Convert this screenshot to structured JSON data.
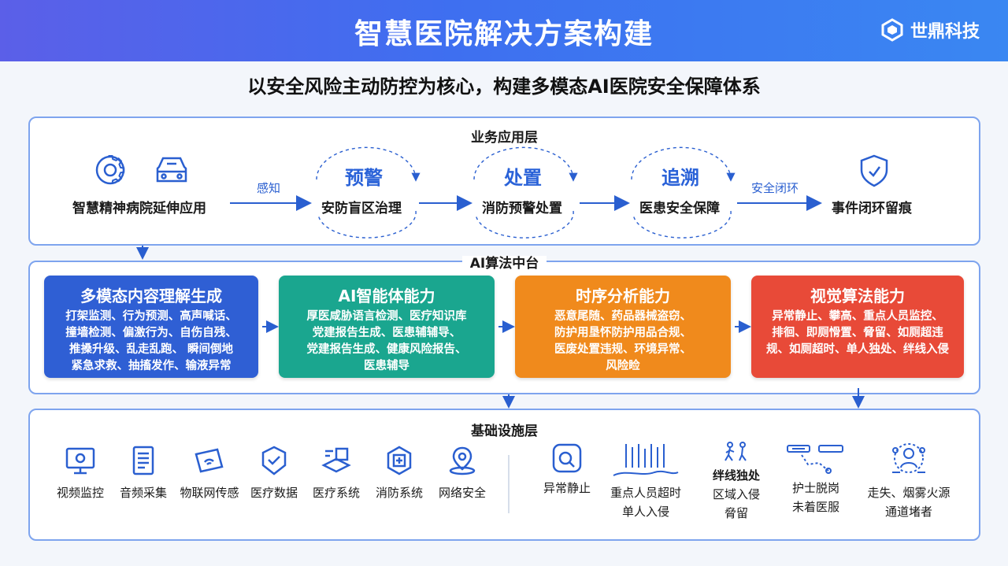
{
  "header": {
    "title": "智慧医院解决方案构建",
    "logo_text": "世鼎科技"
  },
  "subtitle": "以安全风险主动防控为核心，构建多模态AI医院安全保障体系",
  "business_layer": {
    "label": "业务应用层",
    "source_node": {
      "label": "智慧精神病院延伸应用",
      "icons": [
        "gear-icon",
        "car-icon"
      ]
    },
    "edge_perceive": "感知",
    "cycles": [
      {
        "word": "预警",
        "label": "安防盲区治理"
      },
      {
        "word": "处置",
        "label": "消防预警处置"
      },
      {
        "word": "追溯",
        "label": "医患安全保障"
      }
    ],
    "edge_loop": "安全闭环",
    "end_node": {
      "label": "事件闭环留痕",
      "icon": "shield-icon"
    }
  },
  "ai_layer": {
    "label": "AI算法中台",
    "cards": [
      {
        "title": "多模态内容理解生成",
        "color": "#2f5fd4",
        "lines": [
          "打架监测、行为预测、高声喊话、",
          "撞墙检测、偏激行为、自伤自残、",
          "推搡升级、乱走乱跑、 瞬间倒地",
          "紧急求救、抽搐发作、输液异常"
        ]
      },
      {
        "title": "AI智能体能力",
        "color": "#1aa68f",
        "lines": [
          "厚医咸胁语言检测、医疗知识库",
          "党建报告生成、医患辅辅导、",
          "党建报告生成、健康风险报告、",
          "医患辅导"
        ]
      },
      {
        "title": "时序分析能力",
        "color": "#f08a1c",
        "lines": [
          "恶意尾随、药品器械盗窃、",
          "防护用垦怀防护用品合规、",
          "医废处置违规、环境异常、",
          "风险睑"
        ]
      },
      {
        "title": "视觉算法能力",
        "color": "#e84a38",
        "lines": [
          "异常静止、攀高、重点人员监控、",
          "排徊、即厕愲置、脅留、如厕超违",
          "规、如厕超时、单人独处、绊线入侵"
        ]
      }
    ]
  },
  "infra_layer": {
    "label": "基础设施层",
    "items": [
      {
        "label": "视频监控",
        "icon": "monitor-icon"
      },
      {
        "label": "音频采集",
        "icon": "audio-doc-icon"
      },
      {
        "label": "物联网传感",
        "icon": "iot-card-icon"
      },
      {
        "label": "医疗数据",
        "icon": "medical-data-icon"
      },
      {
        "label": "医疗系统",
        "icon": "medical-system-icon"
      },
      {
        "label": "消防系统",
        "icon": "fire-system-icon"
      },
      {
        "label": "网络安全",
        "icon": "location-security-icon"
      }
    ],
    "risks": [
      {
        "lines": [
          "异常静止"
        ],
        "icon": "still-camera-icon"
      },
      {
        "lines": [
          "重点人员超时",
          "单人入侵"
        ],
        "icon": "intrusion-icon"
      },
      {
        "top_label": "绊线独处",
        "lines": [
          "区域入侵",
          "脅留"
        ],
        "icon": "tripwire-icon"
      },
      {
        "lines": [
          "护士脱岗",
          "未着医服"
        ],
        "icon": "nurse-absence-icon"
      },
      {
        "lines": [
          "走失、烟雾火源",
          "通道堵者"
        ],
        "icon": "smoke-lost-icon"
      }
    ]
  },
  "colors": {
    "accent": "#2a62d8",
    "panel_border": "#7ea4ee",
    "header_start": "#5b5fe8",
    "header_end": "#3a87f2"
  }
}
